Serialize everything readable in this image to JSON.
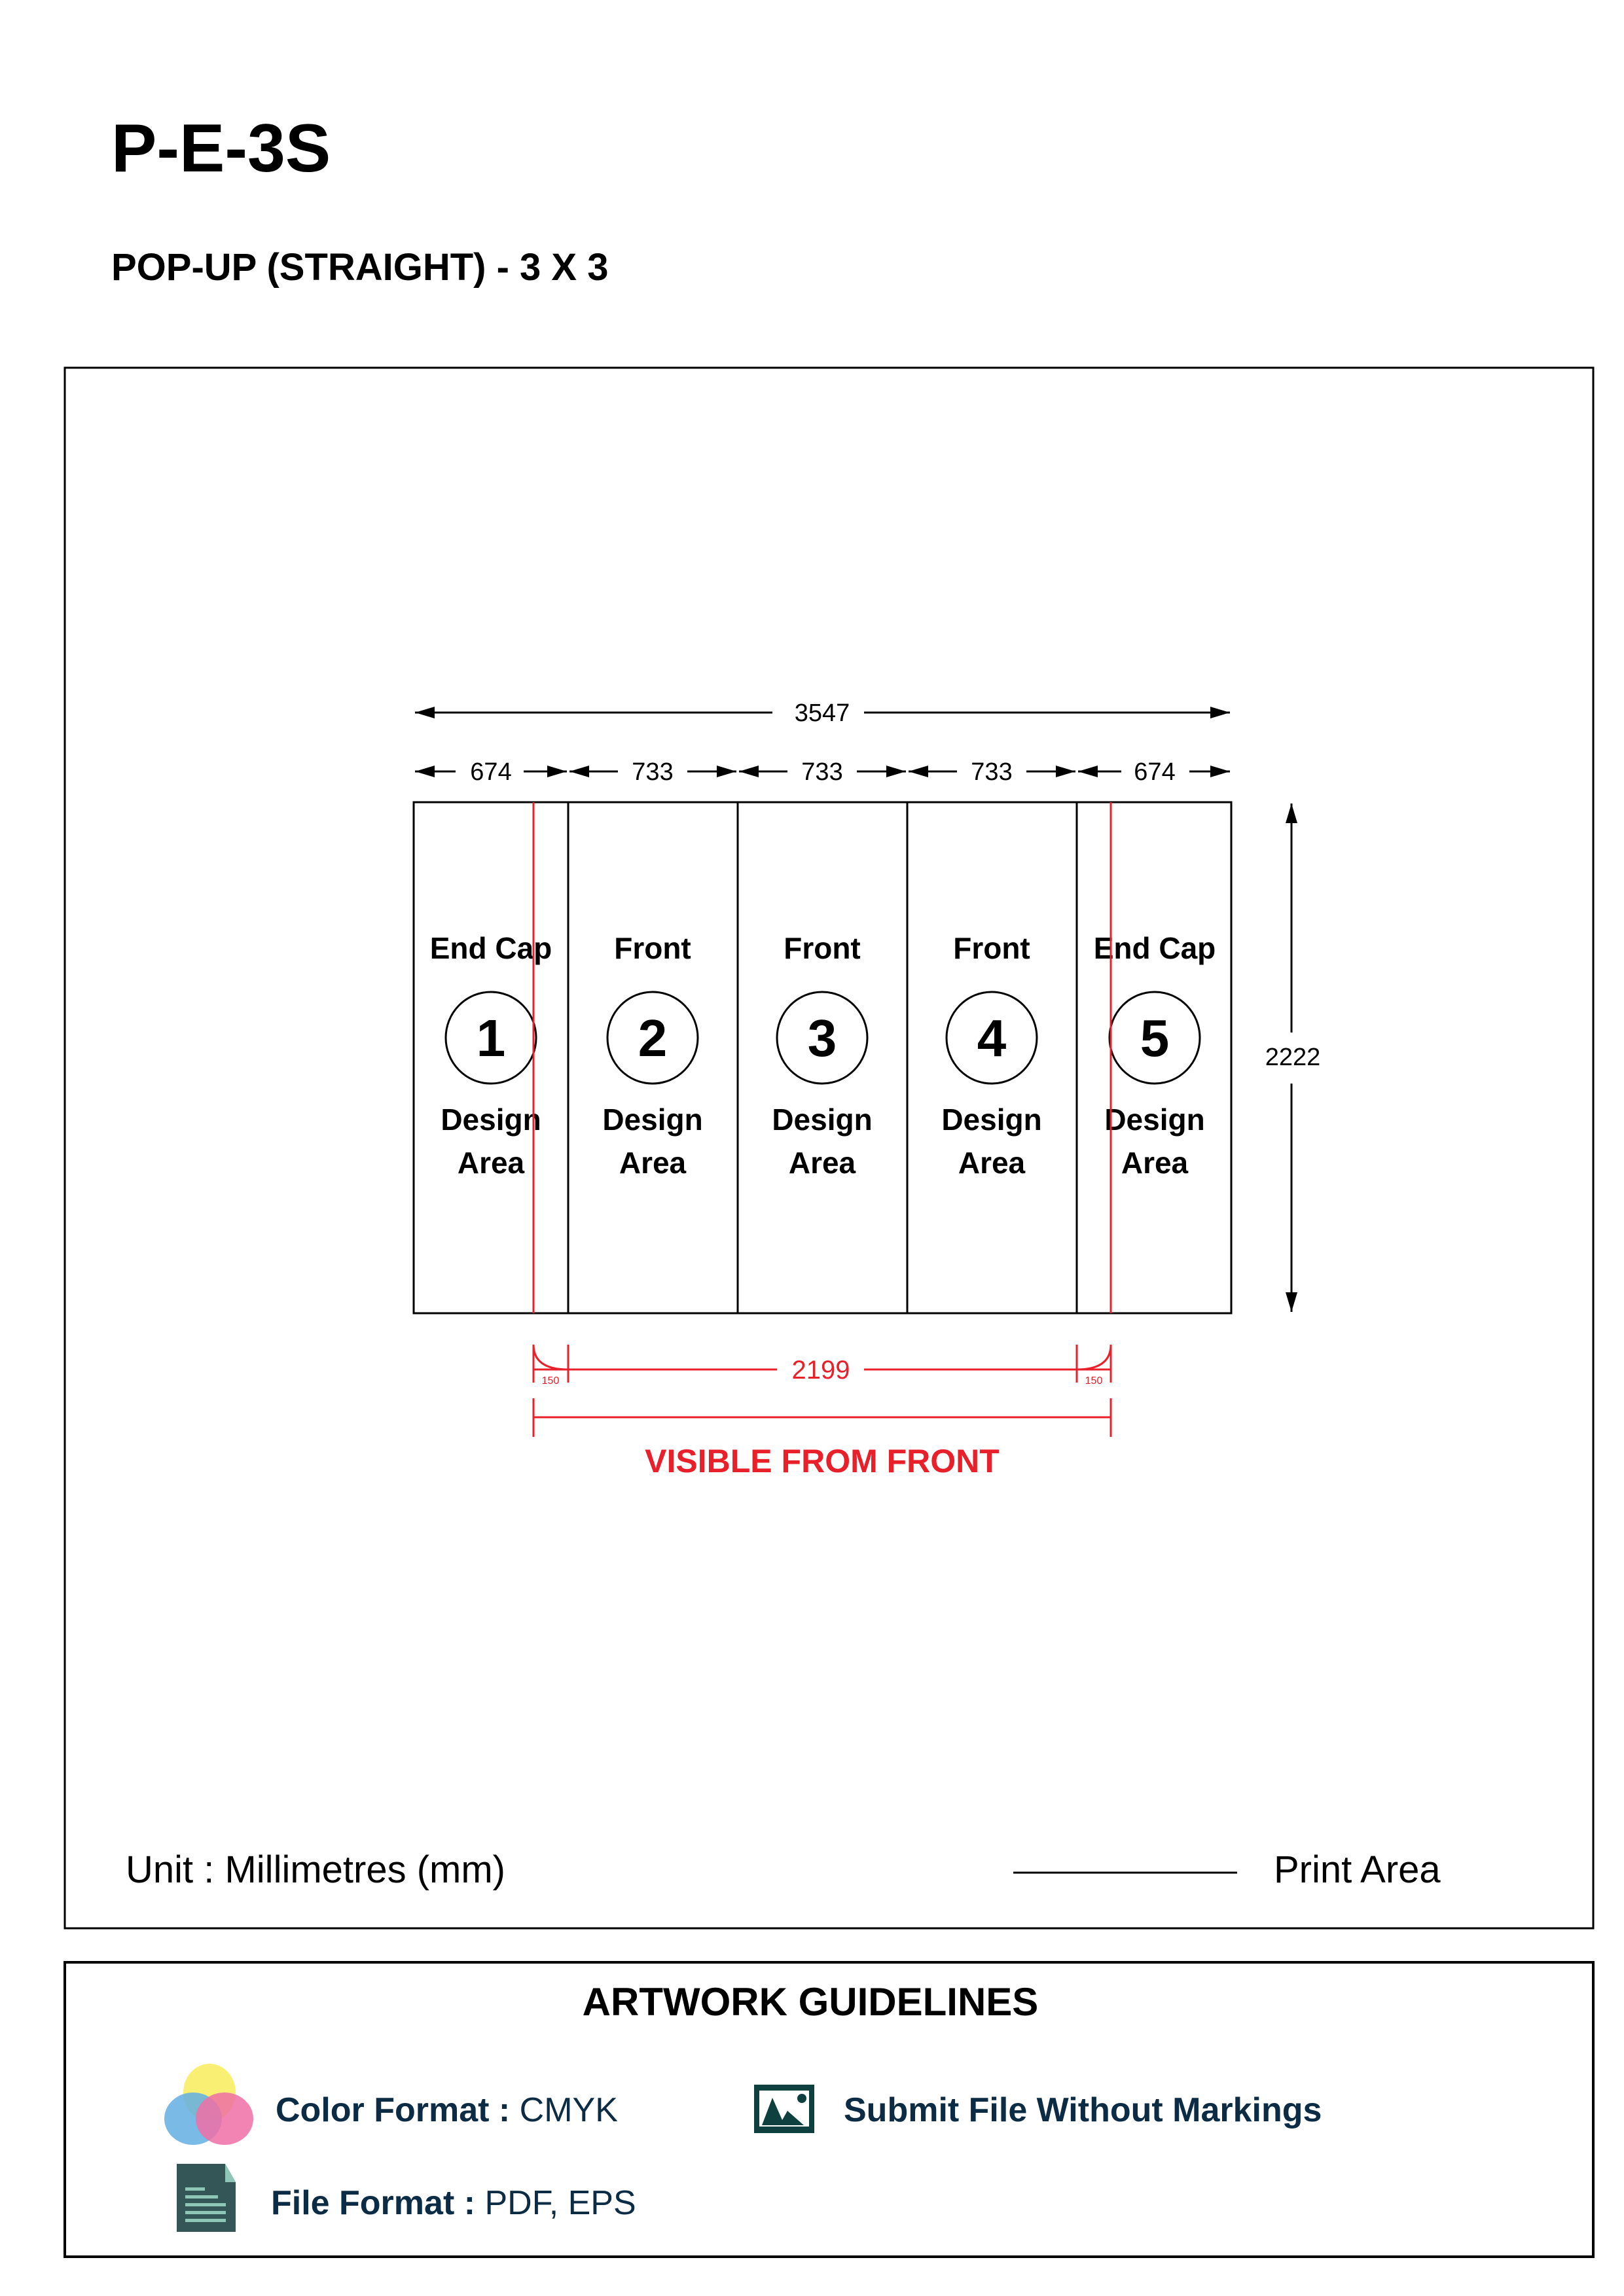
{
  "header": {
    "code": "P-E-3S",
    "subtitle": "POP-UP (STRAIGHT) - 3 X 3"
  },
  "diagram": {
    "total_width": "3547",
    "height": "2222",
    "segments": [
      {
        "width": "674",
        "label": "End Cap",
        "number": "1",
        "area_line1": "Design",
        "area_line2": "Area"
      },
      {
        "width": "733",
        "label": "Front",
        "number": "2",
        "area_line1": "Design",
        "area_line2": "Area"
      },
      {
        "width": "733",
        "label": "Front",
        "number": "3",
        "area_line1": "Design",
        "area_line2": "Area"
      },
      {
        "width": "733",
        "label": "Front",
        "number": "4",
        "area_line1": "Design",
        "area_line2": "Area"
      },
      {
        "width": "674",
        "label": "End Cap",
        "number": "5",
        "area_line1": "Design",
        "area_line2": "Area"
      }
    ],
    "visible_width": "2199",
    "return_left": "150",
    "return_right": "150",
    "visible_label": "VISIBLE FROM FRONT",
    "accent_color": "#e8202a"
  },
  "footer": {
    "unit": "Unit : Millimetres (mm)",
    "legend_label": "Print Area"
  },
  "guidelines": {
    "title": "ARTWORK GUIDELINES",
    "color_label": "Color Format :",
    "color_value": " CMYK",
    "file_label": "File Format :",
    "file_value": " PDF, EPS",
    "submit_label": "Submit File Without Markings"
  }
}
